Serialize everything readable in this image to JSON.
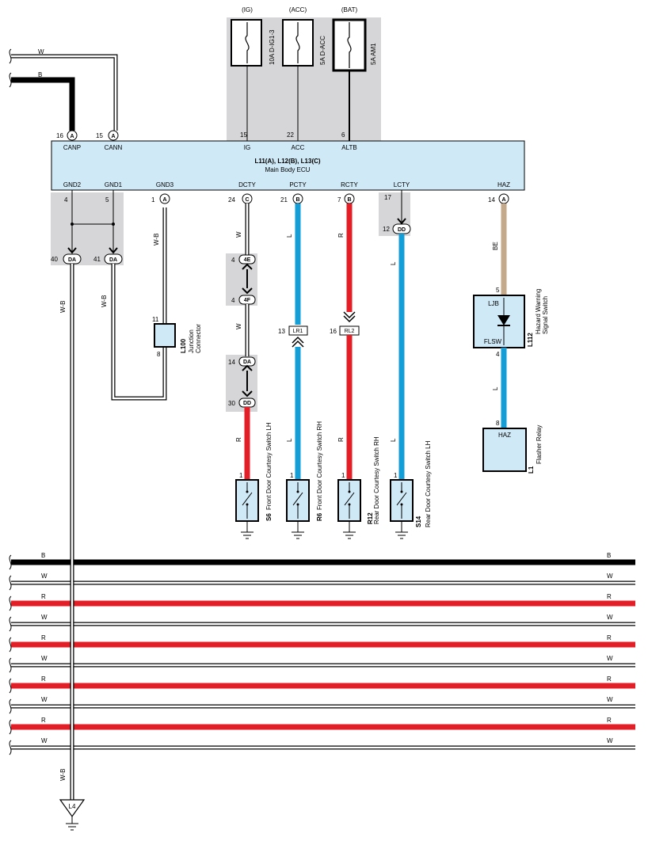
{
  "fuses": [
    {
      "supply": "(IG)",
      "name": "10A D-IG1-3",
      "pin": "15",
      "label": "IG"
    },
    {
      "supply": "(ACC)",
      "name": "5A D-ACC",
      "pin": "22",
      "label": "ACC"
    },
    {
      "supply": "(BAT)",
      "name": "5A AM1",
      "pin": "6",
      "label": "ALTB"
    }
  ],
  "ecu": {
    "title": "L11(A), L12(B), L13(C)",
    "subtitle": "Main Body ECU",
    "top_pins": [
      {
        "num": "16",
        "conn": "A",
        "label": "CANP"
      },
      {
        "num": "15",
        "conn": "A",
        "label": "CANN"
      }
    ],
    "bottom_pins": [
      {
        "label": "GND2",
        "num": "4",
        "conn": ""
      },
      {
        "label": "GND1",
        "num": "5",
        "conn": ""
      },
      {
        "label": "GND3",
        "num": "1",
        "conn": "A"
      },
      {
        "label": "DCTY",
        "num": "24",
        "conn": "C"
      },
      {
        "label": "PCTY",
        "num": "21",
        "conn": "B"
      },
      {
        "label": "RCTY",
        "num": "7",
        "conn": "B"
      },
      {
        "label": "LCTY",
        "num": "17",
        "conn": ""
      },
      {
        "label": "HAZ",
        "num": "14",
        "conn": "A"
      }
    ]
  },
  "top_wires": {
    "w": "W",
    "b": "B"
  },
  "ground_left": {
    "da1_num": "40",
    "da1": "DA",
    "da2_num": "41",
    "da2": "DA",
    "wire1": "W-B",
    "wire2": "W-B",
    "gnd3_wire": "W-B"
  },
  "junction": {
    "id": "L100",
    "name": "Junction",
    "name2": "Connector",
    "pin_in": "11",
    "pin_out": "8"
  },
  "dcty_path": {
    "wire_top": "W",
    "c1_num": "4",
    "c1": "4E",
    "c2_num": "4",
    "c2": "4F",
    "wire_mid": "W",
    "c3_num": "14",
    "c3": "DA",
    "c4_num": "30",
    "c4": "DD",
    "wire_bot": "R"
  },
  "pcty_path": {
    "wire_top": "L",
    "conn_num": "13",
    "conn": "LR1",
    "wire_bot": "L"
  },
  "rcty_path": {
    "wire_top": "R",
    "conn_num": "16",
    "conn": "RL2",
    "wire_bot": "R"
  },
  "lcty_path": {
    "conn_num": "12",
    "conn": "DD",
    "wire": "L"
  },
  "switches": [
    {
      "id": "S6",
      "name": "Front Door Courtesy Switch LH",
      "pin": "1"
    },
    {
      "id": "R6",
      "name": "Front Door Courtesy Switch RH",
      "pin": "1"
    },
    {
      "id": "R12",
      "name": "Rear Door Courtesy Switch RH",
      "pin": "1"
    },
    {
      "id": "S14",
      "name": "Rear Door Courtesy Switch LH",
      "pin": "1"
    }
  ],
  "hazard": {
    "wire_top": "BE",
    "pin_in": "5",
    "ljb": "LJB",
    "flsw": "FLSW",
    "pin_out": "4",
    "id": "L112",
    "name": "Hazard Warning",
    "name2": "Signal Switch",
    "wire_mid": "L"
  },
  "flasher": {
    "pin": "8",
    "label": "HAZ",
    "id": "L1",
    "name": "Flasher Relay"
  },
  "bus_wires": [
    "B",
    "W",
    "R",
    "W",
    "R",
    "W",
    "R",
    "W",
    "R",
    "W"
  ],
  "ground": {
    "wire": "W-B",
    "label": "L4"
  },
  "colors": {
    "red": "#e41e26",
    "blue": "#139ed8",
    "tan": "#c4a98a",
    "ecu_fill": "#cfe9f6",
    "shade": "#d6d6d8",
    "black": "#000000"
  }
}
